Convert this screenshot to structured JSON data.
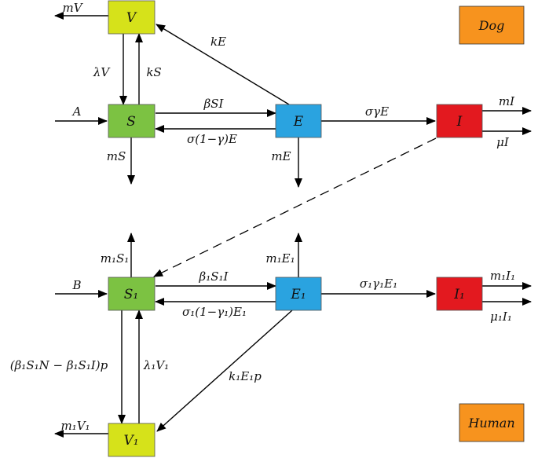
{
  "colors": {
    "vaccinated_box": "#d6e21a",
    "susceptible_box": "#7cc242",
    "exposed_box": "#2aa3e0",
    "infected_box": "#e3191f",
    "tag_box": "#f7931e"
  },
  "tags": {
    "dog": "Dog",
    "human": "Human"
  },
  "dog": {
    "compartments": {
      "V": "V",
      "S": "S",
      "E": "E",
      "I": "I"
    },
    "flows": {
      "mV": "mV",
      "lambdaV": "λV",
      "kS": "kS",
      "kE": "kE",
      "A": "A",
      "betaSI": "βSI",
      "sigma_one_minus_gamma_E": "σ(1−γ)E",
      "mS": "mS",
      "mE": "mE",
      "sigma_gamma_E": "σγE",
      "mI": "mI",
      "muI": "μI"
    }
  },
  "human": {
    "compartments": {
      "S1": "S₁",
      "E1": "E₁",
      "I1": "I₁",
      "V1": "V₁"
    },
    "flows": {
      "m1S1": "m₁S₁",
      "m1E1": "m₁E₁",
      "B": "B",
      "beta1S1I": "β₁S₁I",
      "sigma1_one_minus_gamma1_E1": "σ₁(1−γ₁)E₁",
      "sigma1_gamma1_E1": "σ₁γ₁E₁",
      "m1I1": "m₁I₁",
      "mu1I1": "μ₁I₁",
      "vaccination_term": "(β₁S₁N − β₁S₁I)p",
      "lambda1V1": "λ₁V₁",
      "k1E1p": "k₁E₁p",
      "m1V1": "m₁V₁"
    }
  }
}
